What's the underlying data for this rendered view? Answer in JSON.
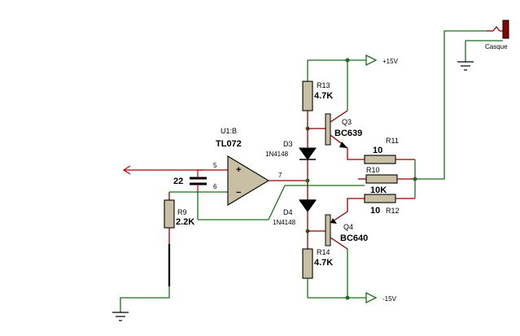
{
  "opamp": {
    "ref": "U1:B",
    "part": "TL072",
    "pin_plus": "5",
    "pin_minus": "6",
    "pin_out": "7",
    "plus_sign": "+",
    "minus_sign": "−"
  },
  "capacitor": {
    "value": "22"
  },
  "resistors": [
    {
      "ref": "R9",
      "value": "2.2K"
    },
    {
      "ref": "R13",
      "value": "4.7K"
    },
    {
      "ref": "R14",
      "value": "4.7K"
    },
    {
      "ref": "R11",
      "value": "10"
    },
    {
      "ref": "R10",
      "value": "10K"
    },
    {
      "ref": "R12",
      "value": "10"
    }
  ],
  "diodes": [
    {
      "ref": "D3",
      "part": "1N4148"
    },
    {
      "ref": "D4",
      "part": "1N4148"
    }
  ],
  "transistors": [
    {
      "ref": "Q3",
      "part": "BC639"
    },
    {
      "ref": "Q4",
      "part": "BC640"
    }
  ],
  "power": {
    "pos": "+15V",
    "neg": "-15V"
  },
  "output": {
    "label": "Casque"
  },
  "colors": {
    "wire": "#1f6b1f",
    "component": "#8b0000",
    "body": "#c9bfa5"
  }
}
